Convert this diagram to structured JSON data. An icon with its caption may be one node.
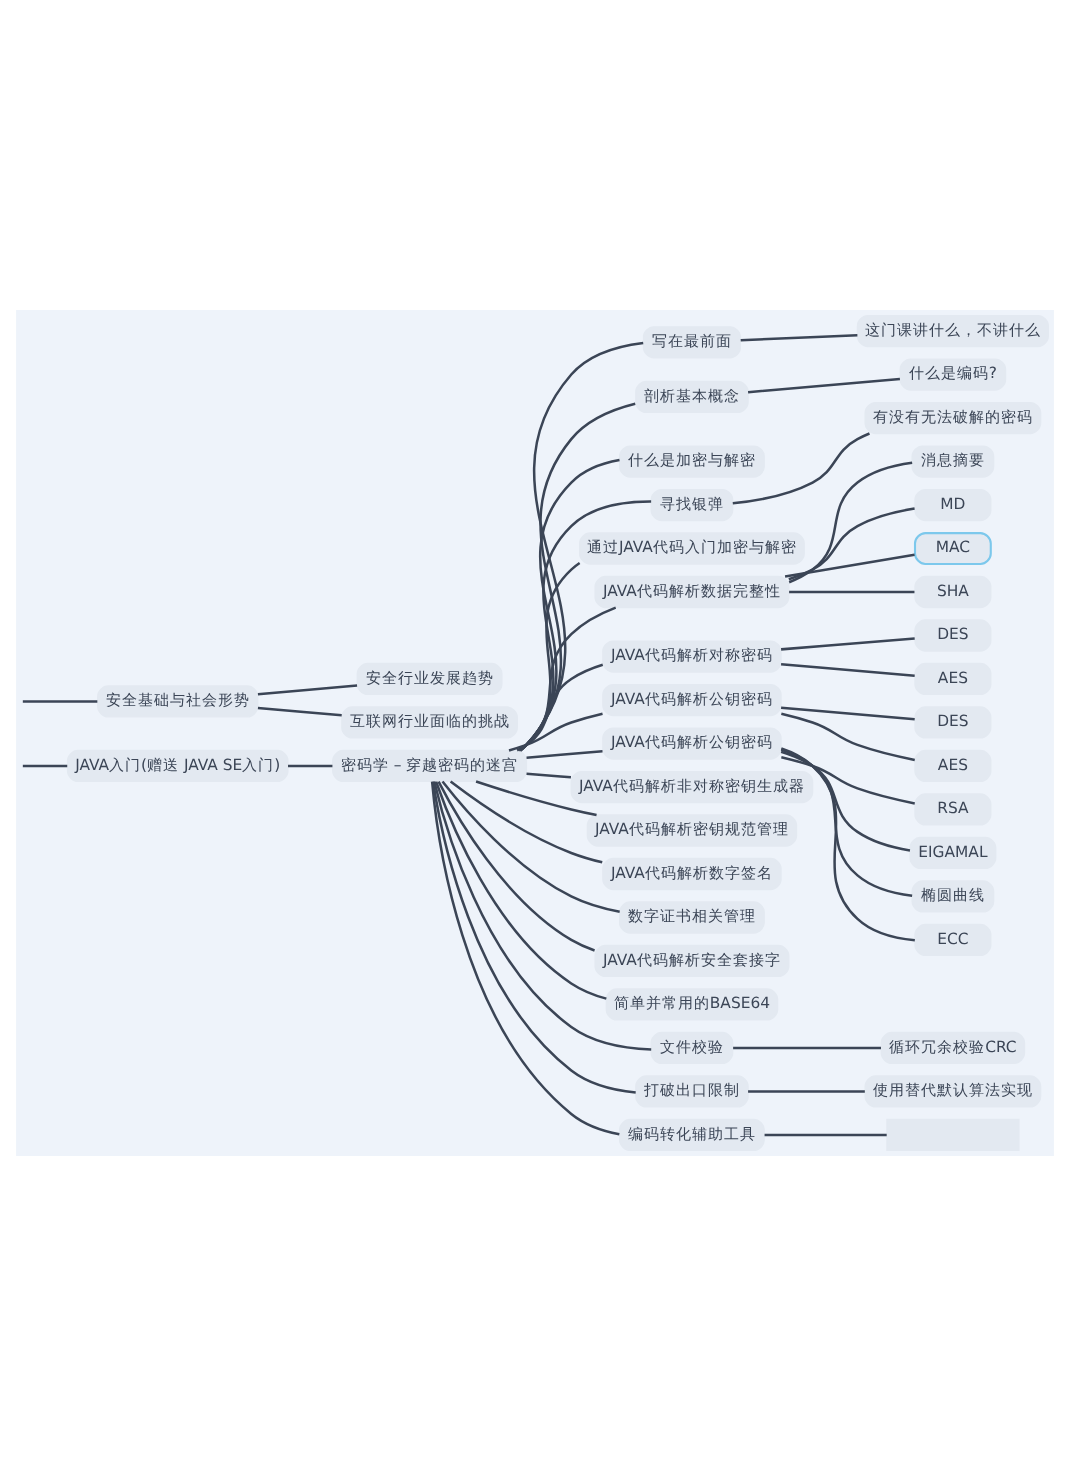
{
  "diagram": {
    "nodes": [
      {
        "text": [
          "JAVA入门(赠送 JAVA SE入门)"
        ]
      },
      {
        "text": [
          "密码学 – 穿越密码的迷宫"
        ]
      },
      {
        "text": [
          "写在最前面"
        ]
      },
      {
        "text": [
          "这门课讲什么，不讲什么"
        ]
      },
      {
        "text": [
          "剖析基本概念"
        ]
      },
      {
        "text": [
          "什么是编码?"
        ]
      },
      {
        "text": [
          "什么是加密与解密"
        ]
      },
      {
        "text": [
          "寻找银弹"
        ]
      },
      {
        "text": [
          "有没有无法破解的密码"
        ]
      },
      {
        "text": [
          "通过JAVA代码入门加密与解密"
        ]
      },
      {
        "text": [
          "JAVA代码解析数据完整性"
        ]
      },
      {
        "text": [
          "消息摘要"
        ]
      },
      {
        "text": [
          "MD"
        ]
      },
      {
        "text": [
          "MAC"
        ]
      },
      {
        "text": [
          "SHA"
        ]
      },
      {
        "text": [
          "JAVA代码解析对称密码"
        ]
      },
      {
        "text": [
          "DES"
        ]
      },
      {
        "text": [
          "AES"
        ]
      },
      {
        "text": [
          "JAVA代码解析公钥密码"
        ]
      },
      {
        "text": [
          "DES"
        ]
      },
      {
        "text": [
          "AES"
        ]
      },
      {
        "text": [
          "JAVA代码解析公钥密码"
        ]
      },
      {
        "text": [
          "RSA"
        ]
      },
      {
        "text": [
          "EIGAMAL"
        ]
      },
      {
        "text": [
          "椭圆曲线"
        ]
      },
      {
        "text": [
          "ECC"
        ]
      },
      {
        "text": [
          "JAVA代码解析非对称密钥生成器"
        ]
      },
      {
        "text": [
          "JAVA代码解析密钥规范管理"
        ]
      },
      {
        "text": [
          "JAVA代码解析数字签名"
        ]
      },
      {
        "text": [
          "数字证书相关管理"
        ]
      },
      {
        "text": [
          "JAVA代码解析安全套接字"
        ]
      },
      {
        "text": [
          "简单并常用的BASE64"
        ]
      },
      {
        "text": [
          "文件校验"
        ]
      },
      {
        "text": [
          "循环冗余校验CRC"
        ]
      },
      {
        "text": [
          "打破出口限制"
        ]
      },
      {
        "text": [
          "使用替代默认算法实现"
        ]
      },
      {
        "text": [
          "编码转化辅助工具"
        ]
      },
      {
        "text": [],
        "shape": "box"
      },
      {
        "text": [
          "安全基础与社会形势"
        ]
      },
      {
        "text": [
          "安全行业发展趋势"
        ]
      },
      {
        "text": [
          "互联网行业面临的挑战"
        ]
      }
    ],
    "edges": [
      {
        "from": null,
        "to": 0,
        "arrow": "none"
      },
      {
        "from": 0,
        "to": 1,
        "arrow": "none"
      },
      {
        "from": 1,
        "to": 2,
        "arrow": "none"
      },
      {
        "from": 2,
        "to": 3,
        "arrow": "none"
      },
      {
        "from": 1,
        "to": 4,
        "arrow": "none"
      },
      {
        "from": 4,
        "to": 5,
        "arrow": "none"
      },
      {
        "from": 1,
        "to": 6,
        "arrow": "none"
      },
      {
        "from": 1,
        "to": 7,
        "arrow": "none"
      },
      {
        "from": 7,
        "to": 8,
        "arrow": "none"
      },
      {
        "from": 1,
        "to": 9,
        "arrow": "none"
      },
      {
        "from": 1,
        "to": 10,
        "arrow": "none"
      },
      {
        "from": 10,
        "to": 11,
        "arrow": "none"
      },
      {
        "from": 10,
        "to": 12,
        "arrow": "none"
      },
      {
        "from": 10,
        "to": 13,
        "arrow": "none"
      },
      {
        "from": 10,
        "to": 14,
        "arrow": "none"
      },
      {
        "from": 1,
        "to": 15,
        "arrow": "none"
      },
      {
        "from": 15,
        "to": 16,
        "arrow": "none"
      },
      {
        "from": 15,
        "to": 17,
        "arrow": "none"
      },
      {
        "from": 1,
        "to": 18,
        "arrow": "none"
      },
      {
        "from": 18,
        "to": 19,
        "arrow": "none"
      },
      {
        "from": 18,
        "to": 20,
        "arrow": "none"
      },
      {
        "from": 1,
        "to": 21,
        "arrow": "none"
      },
      {
        "from": 21,
        "to": 22,
        "arrow": "none"
      },
      {
        "from": 21,
        "to": 23,
        "arrow": "none"
      },
      {
        "from": 21,
        "to": 24,
        "arrow": "none"
      },
      {
        "from": 21,
        "to": 25,
        "arrow": "none"
      },
      {
        "from": 1,
        "to": 26,
        "arrow": "none"
      },
      {
        "from": 1,
        "to": 27,
        "arrow": "none"
      },
      {
        "from": 1,
        "to": 28,
        "arrow": "none"
      },
      {
        "from": 1,
        "to": 29,
        "arrow": "none"
      },
      {
        "from": 1,
        "to": 30,
        "arrow": "none"
      },
      {
        "from": 1,
        "to": 31,
        "arrow": "none"
      },
      {
        "from": 1,
        "to": 32,
        "arrow": "none"
      },
      {
        "from": 32,
        "to": 33,
        "arrow": "none"
      },
      {
        "from": 1,
        "to": 34,
        "arrow": "none"
      },
      {
        "from": 34,
        "to": 35,
        "arrow": "none"
      },
      {
        "from": 1,
        "to": 36,
        "arrow": "none"
      },
      {
        "from": 36,
        "to": 37,
        "arrow": "none"
      },
      {
        "from": null,
        "to": 38,
        "arrow": "none"
      },
      {
        "from": 38,
        "to": 39,
        "arrow": "none"
      },
      {
        "from": 38,
        "to": 40,
        "arrow": "none"
      }
    ]
  }
}
